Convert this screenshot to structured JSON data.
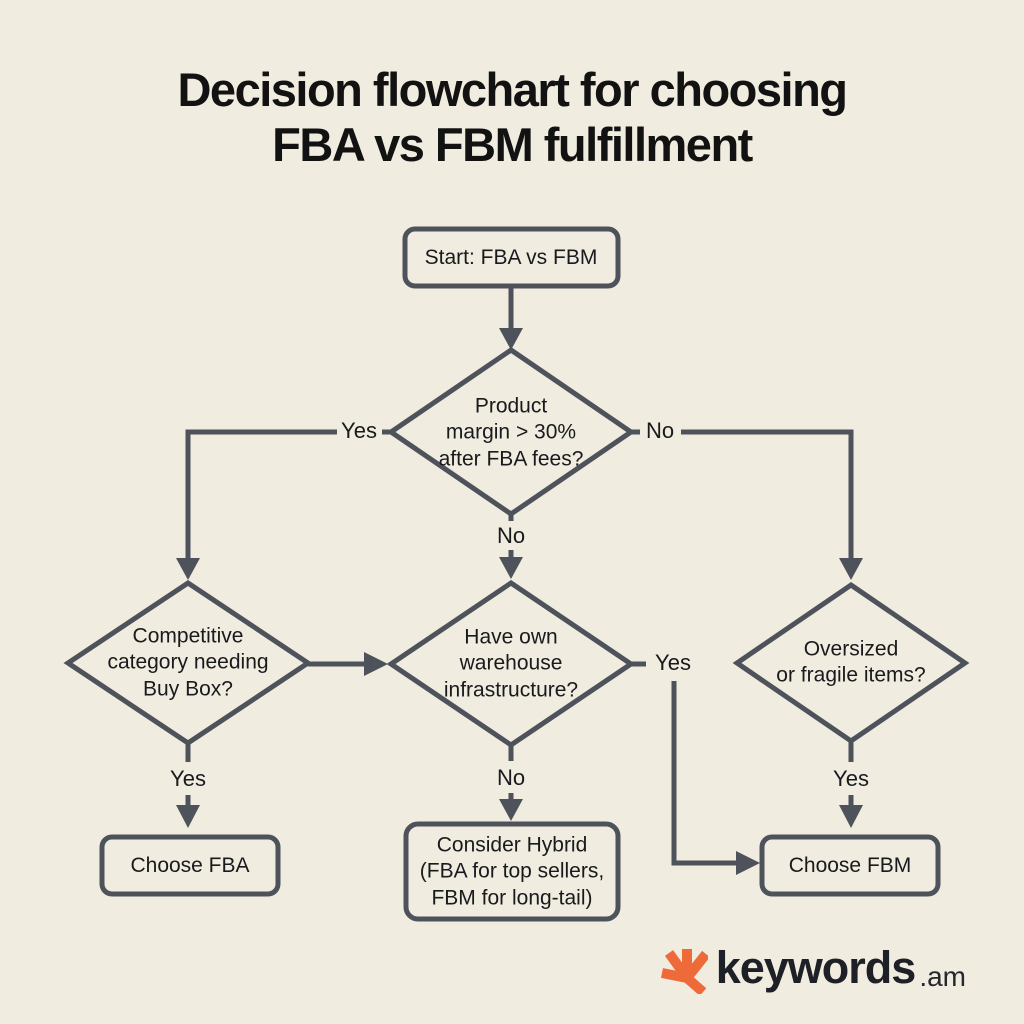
{
  "title": "Decision flowchart for choosing\nFBA vs FBM fulfillment",
  "colors": {
    "background": "#f0ecdf",
    "line": "#4e535b",
    "node_text": "#191a1d",
    "title_text": "#121212",
    "logo_orange": "#ee6a38",
    "logo_text": "#1d2026"
  },
  "flowchart": {
    "nodes": {
      "start": "Start: FBA vs FBM",
      "margin": "Product\nmargin > 30%\nafter FBA fees?",
      "competitive": "Competitive\ncategory needing\nBuy Box?",
      "warehouse": "Have own\nwarehouse\ninfrastructure?",
      "oversized": "Oversized\nor fragile items?",
      "choose_fba": "Choose FBA",
      "hybrid": "Consider Hybrid\n(FBA for top sellers,\nFBM for long-tail)",
      "choose_fbm": "Choose FBM"
    },
    "edges": {
      "margin_yes": "Yes",
      "margin_no_right": "No",
      "margin_no_down": "No",
      "warehouse_yes": "Yes",
      "warehouse_no": "No",
      "competitive_yes": "Yes",
      "oversized_yes": "Yes"
    }
  },
  "logo": {
    "brand": "keywords",
    "tld": ".am"
  }
}
